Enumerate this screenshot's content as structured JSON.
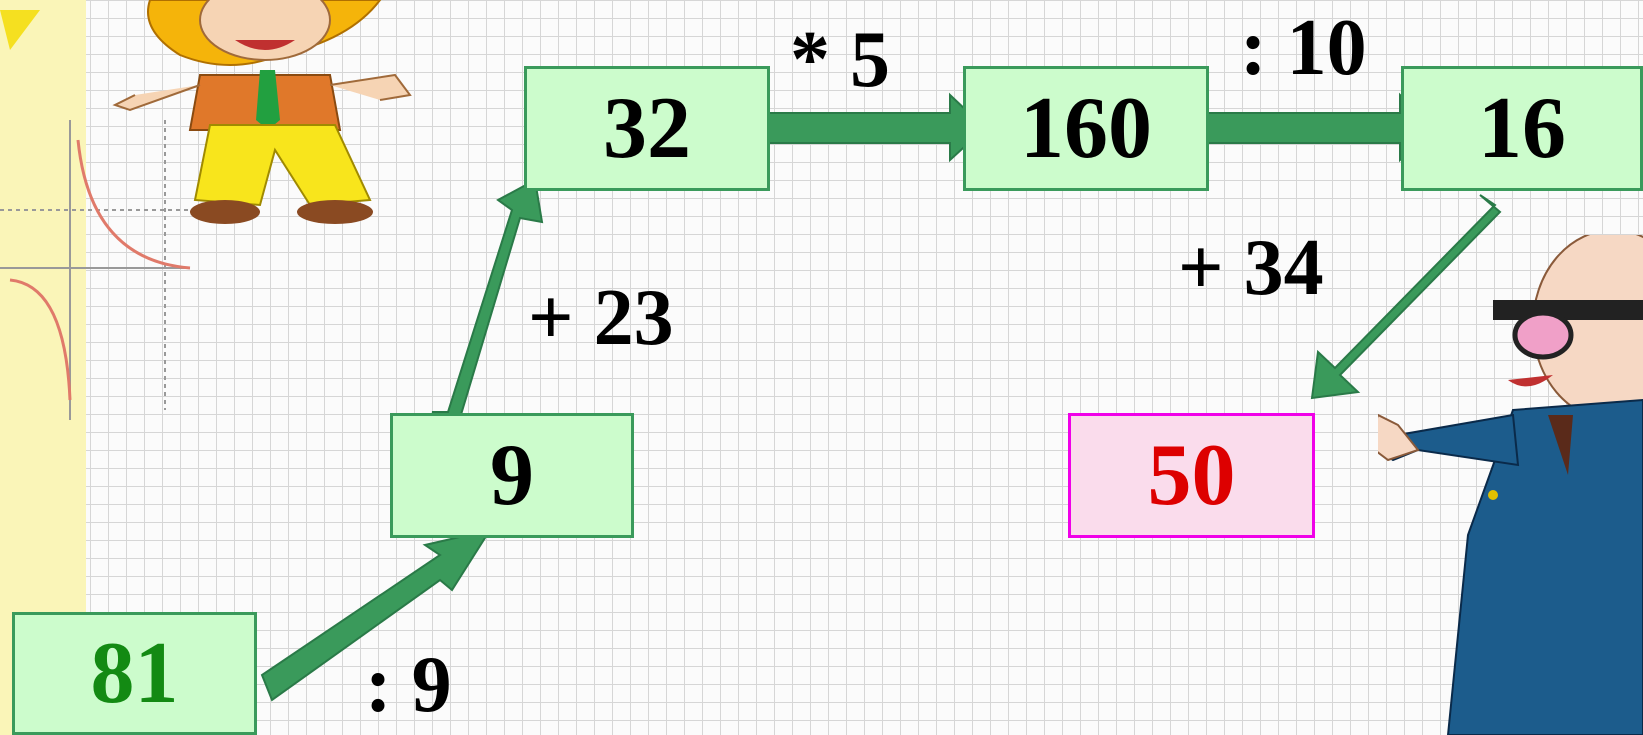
{
  "diagram": {
    "start_value": "81",
    "steps": [
      {
        "op": ": 9",
        "value": "9"
      },
      {
        "op": "+ 23",
        "value": "32"
      },
      {
        "op": "* 5",
        "value": "160"
      },
      {
        "op": ": 10",
        "value": "16"
      },
      {
        "op": "+ 34",
        "value": "50"
      }
    ]
  },
  "colors": {
    "box_fill": "#ccfccc",
    "box_border": "#3a9a5b",
    "arrow": "#3a9a5b",
    "result_fill": "#fadcec",
    "result_border": "#f000e8",
    "result_text": "#dd0000",
    "start_text": "#138a13"
  },
  "illustrations": [
    "cartoon-boy",
    "cartoon-professor",
    "math-graphs-strip"
  ]
}
